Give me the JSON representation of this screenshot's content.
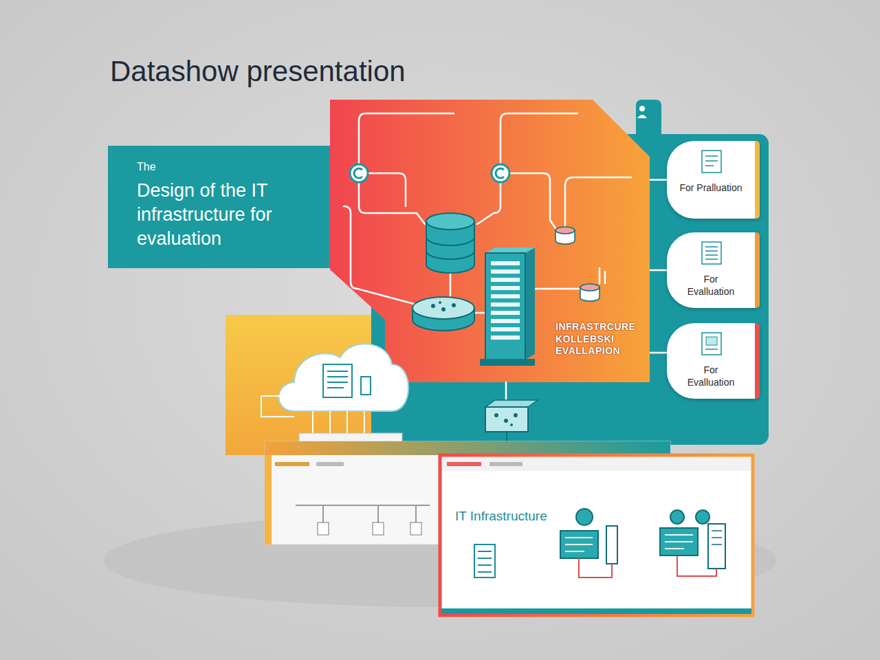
{
  "diagram": {
    "title": "Datashow presentation",
    "nodes": [
      {
        "text": [
          "The",
          "Design of the IT infrastructure for evaluation"
        ]
      },
      {
        "text": [
          "INFRASTRCURE KOLLEBSKI EVALLAPION"
        ]
      },
      {
        "text": [
          "For Pralluation"
        ]
      },
      {
        "text": [
          "For Evalluation"
        ]
      },
      {
        "text": [
          "For Evalluation"
        ]
      },
      {
        "text": [
          "IT Infrastructure"
        ]
      }
    ],
    "edges": [
      {
        "from": 1,
        "to": 2,
        "arrow": "none"
      },
      {
        "from": 1,
        "to": 3,
        "arrow": "none"
      },
      {
        "from": 1,
        "to": 4,
        "arrow": "none"
      }
    ]
  }
}
